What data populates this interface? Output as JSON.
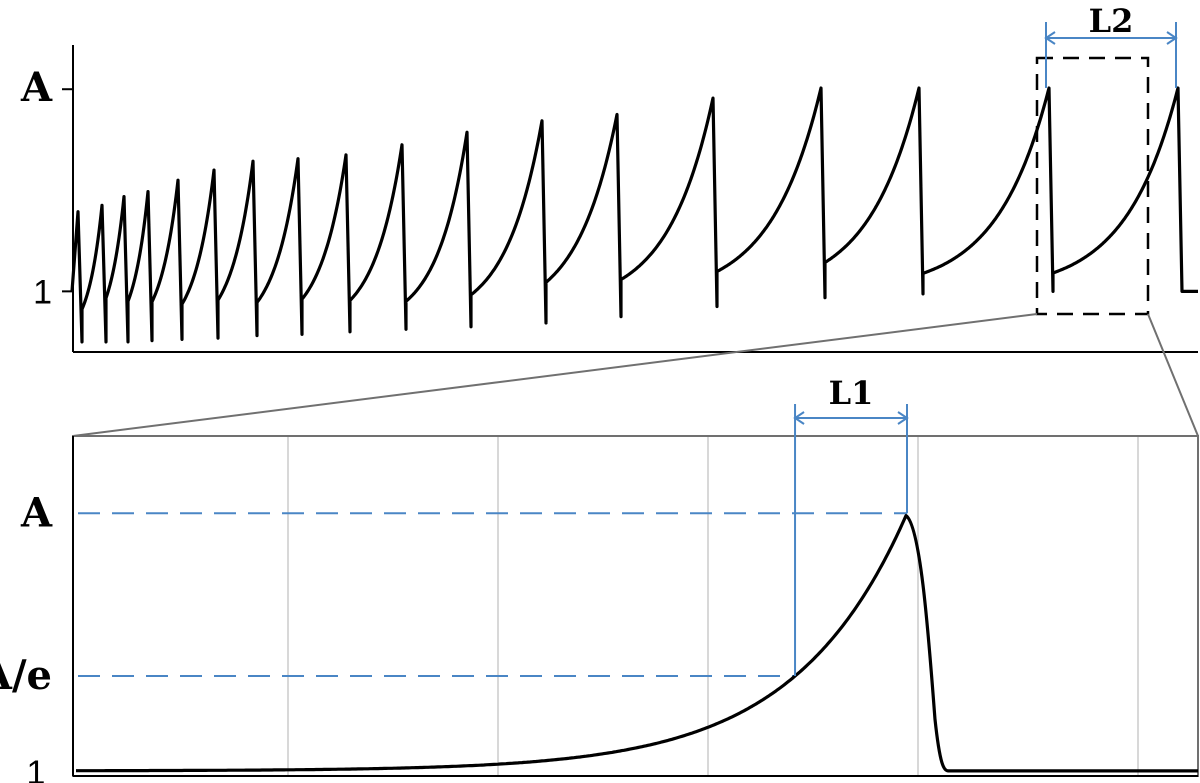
{
  "colors": {
    "curve": "#000000",
    "annotation": "#4a86c5",
    "grid": "#cccccc",
    "connector": "#707070"
  },
  "chart_data": [
    {
      "type": "line",
      "panel": "top",
      "title": "",
      "xlabel": "",
      "ylabel": "",
      "yticks": [
        {
          "value": 1,
          "label": "1"
        },
        {
          "value": 2.6,
          "label": "A"
        }
      ],
      "ylim": [
        0.52,
        2.95
      ],
      "peaks": {
        "x": [
          2,
          26,
          48,
          72,
          102,
          138,
          177,
          222,
          270,
          326,
          391,
          466,
          541,
          637,
          745,
          843,
          973,
          1102
        ],
        "height": [
          1.63,
          1.68,
          1.75,
          1.79,
          1.88,
          1.96,
          2.03,
          2.05,
          2.08,
          2.16,
          2.26,
          2.35,
          2.4,
          2.53,
          2.61,
          2.61,
          2.61,
          2.61
        ],
        "base": [
          0.6,
          0.6,
          0.6,
          0.61,
          0.62,
          0.63,
          0.65,
          0.66,
          0.68,
          0.7,
          0.72,
          0.75,
          0.8,
          0.88,
          0.95,
          0.98,
          1.0,
          1.0
        ],
        "tau": [
          14,
          14,
          15,
          15,
          18,
          20,
          22,
          24,
          26,
          28,
          30,
          36,
          40,
          45,
          50,
          50,
          52,
          52
        ]
      },
      "annotation": {
        "label": "L2",
        "from_peak": 16,
        "to_peak": 17
      },
      "zoom_box": {
        "x_from": 1037,
        "x_to": 1148
      }
    },
    {
      "type": "line",
      "panel": "bottom",
      "title": "",
      "xlabel": "",
      "ylabel": "",
      "yticks": [
        {
          "value": 1,
          "label": "1"
        },
        {
          "value": 1.368,
          "label": "A/e"
        },
        {
          "value": 2.0,
          "label": "A"
        }
      ],
      "ylim": [
        0.98,
        2.3
      ],
      "pulse": {
        "peak_x": 907,
        "peak": 2.0,
        "base": 1.0,
        "tau": 112,
        "drop_end_x": 948
      },
      "grid_x": [
        288,
        498,
        708,
        918,
        1138
      ],
      "annotation": {
        "label": "L1",
        "from_level": "A/e",
        "to_level": "A"
      }
    }
  ]
}
